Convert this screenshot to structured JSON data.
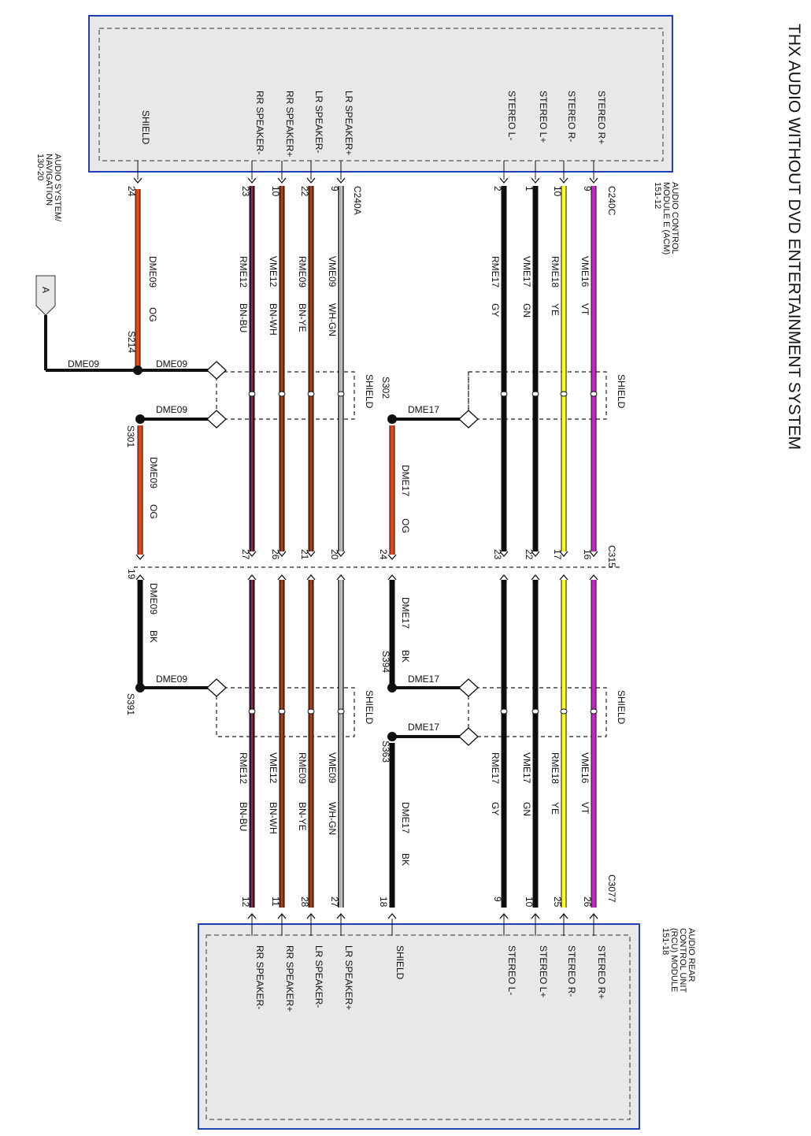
{
  "title": "THX AUDIO WITHOUT DVD ENTERTAINMENT SYSTEM",
  "colors": {
    "module_border": "#1f3fb8",
    "module_fill": "#e8e8e8",
    "orange": "#e84510",
    "black": "#0d0d0d",
    "yellow": "#ffff1a",
    "violet": "#cc22cc",
    "brown": "#7a2e14",
    "brown_edge": "#d8501e",
    "purple_dark": "#3d1040",
    "shield_dash": "#222222"
  },
  "modules": {
    "acm": {
      "name_lines": [
        "AUDIO CONTROL",
        "MODULE E (ACM)",
        "151-12"
      ],
      "connector_a": "C240A",
      "connector_c": "C240C"
    },
    "rcu": {
      "name_lines": [
        "AUDIO REAR",
        "CONTROL UNIT",
        "(RCU) MODULE",
        "151-18"
      ],
      "connector": "C3077"
    }
  },
  "inline_connector": "C315",
  "navigation_ref": {
    "lines": [
      "AUDIO SYSTEM/",
      "NAVIGATION",
      "130-20"
    ],
    "flag": "A"
  },
  "circuits": [
    {
      "id": "w_vme16",
      "pin_label": "STEREO R+",
      "top_pin": "9",
      "mid_upper_pin": "16",
      "bottom_pin": "26",
      "circuit": "VME16",
      "color_code": "VT",
      "color_key": "violet",
      "style": "solid"
    },
    {
      "id": "w_rme18",
      "pin_label": "STEREO R-",
      "top_pin": "10",
      "mid_upper_pin": "17",
      "bottom_pin": "25",
      "circuit": "RME18",
      "color_code": "YE",
      "color_key": "yellow",
      "style": "solid"
    },
    {
      "id": "w_vme17",
      "pin_label": "STEREO L+",
      "top_pin": "1",
      "mid_upper_pin": "22",
      "bottom_pin": "10",
      "circuit": "VME17",
      "color_code": "GN",
      "color_key": "black",
      "style": "solid"
    },
    {
      "id": "w_rme17",
      "pin_label": "STEREO L-",
      "top_pin": "2",
      "mid_upper_pin": "23",
      "bottom_pin": "9",
      "circuit": "RME17",
      "color_code": "GY",
      "color_key": "black",
      "style": "solid"
    },
    {
      "id": "w_vme09",
      "pin_label": "LR SPEAKER+",
      "top_pin": "9",
      "mid_upper_pin": "20",
      "bottom_pin": "27",
      "circuit": "VME09",
      "color_code": "WH-GN",
      "color_key": "black",
      "style": "outline"
    },
    {
      "id": "w_rme09",
      "pin_label": "LR SPEAKER-",
      "top_pin": "22",
      "mid_upper_pin": "21",
      "bottom_pin": "28",
      "circuit": "RME09",
      "color_code": "BN-YE",
      "color_key": "brown",
      "style": "stripe"
    },
    {
      "id": "w_vme12",
      "pin_label": "RR SPEAKER+",
      "top_pin": "10",
      "mid_upper_pin": "26",
      "bottom_pin": "11",
      "circuit": "VME12",
      "color_code": "BN-WH",
      "color_key": "brown",
      "style": "stripe"
    },
    {
      "id": "w_rme12",
      "pin_label": "RR SPEAKER-",
      "top_pin": "23",
      "mid_upper_pin": "27",
      "bottom_pin": "12",
      "circuit": "RME12",
      "color_code": "BN-BU",
      "color_key": "purple_dark",
      "style": "stripe"
    }
  ],
  "shield_circuits": {
    "acm_shield_label": "SHIELD",
    "acm_shield_pin": "24",
    "rcu_shield_label": "SHIELD",
    "rcu_shield_pin": "18",
    "dme09_top": {
      "circuit": "DME09",
      "color_code": "OG"
    },
    "dme09_mid": {
      "circuit": "DME09",
      "color_code": "OG"
    },
    "dme09_low": {
      "circuit": "DME09",
      "color_code": "BK"
    },
    "dme17_mid": {
      "circuit": "DME17",
      "color_code": "OG"
    },
    "dme17_low": {
      "circuit": "DME17",
      "color_code": "BK"
    },
    "dme17_bottom": {
      "circuit": "DME17",
      "color_code": "BK"
    },
    "c315_pin_dme09": "19",
    "c315_pin_dme17": "24",
    "splices": [
      "S214",
      "S301",
      "S391",
      "S302",
      "S394",
      "S363"
    ],
    "drain_label": "DME09",
    "drain_label_17": "DME17",
    "shield_label": "SHIELD"
  }
}
